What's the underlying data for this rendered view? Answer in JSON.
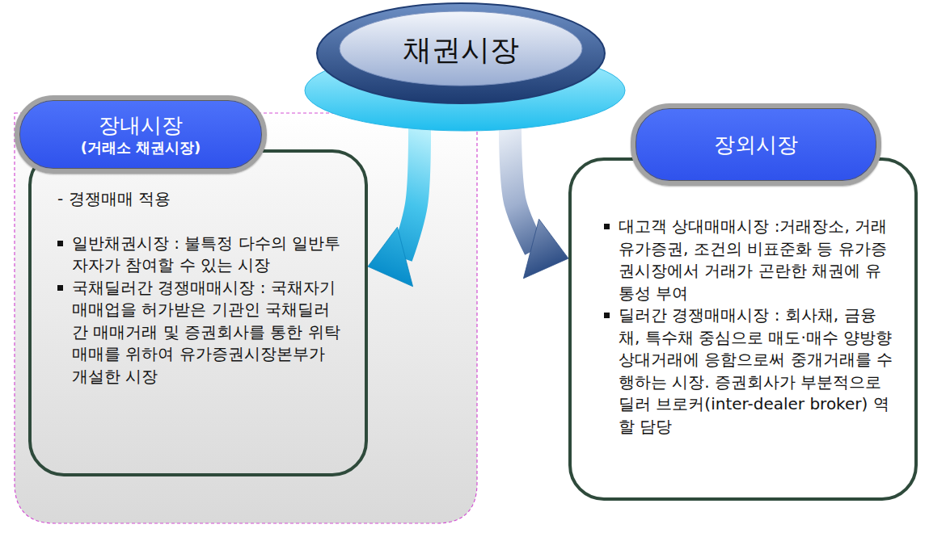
{
  "diagram": {
    "nodes": [
      {
        "text": [
          "채권시장"
        ]
      },
      {
        "text": [
          "장내시장",
          "(거래소 채권시장)"
        ]
      },
      {
        "text": [
          "- 경쟁매매 적용",
          "일반채권시장 : 불특정 다수의 일반투자자가 참여할 수 있는 시장",
          "국채딜러간 경쟁매매시장 : 국채자기매매업을 허가받은 기관인 국채딜러간 매매거래 및 증권회사를 통한 위탁매매를 위하여 유가증권시장본부가 개설한 시장"
        ]
      },
      {
        "text": [
          "장외시장"
        ]
      },
      {
        "text": [
          "대고객 상대매매시장 :거래장소, 거래유가증권, 조건의 비표준화 등 유가증권시장에서 거래가 곤란한 채권에 유통성 부여",
          "딜러간 경쟁매매시장 : 회사채, 금융채, 특수채 중심으로 매도·매수 양방향 상대거래에 응함으로써 중개거래를 수행하는 시장. 증권회사가 부분적으로 딜러 브로커(inter-dealer broker) 역할 담당"
        ]
      }
    ],
    "edges": [
      {
        "from": 0,
        "to": 2,
        "arrow": "to"
      },
      {
        "from": 0,
        "to": 4,
        "arrow": "to"
      }
    ]
  }
}
